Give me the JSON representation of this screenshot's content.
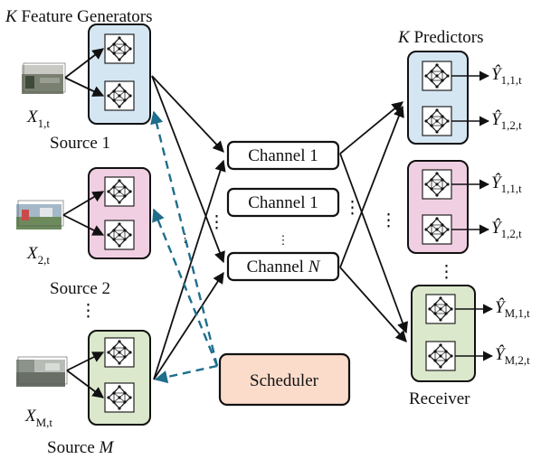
{
  "header": {
    "generators_k": "K",
    "generators_title": " Feature Generators",
    "predictors_k": "K",
    "predictors_title": " Predictors"
  },
  "sources": [
    {
      "x_sub": "1,t",
      "name": "Source 1"
    },
    {
      "x_sub": "2,t",
      "name": "Source 2"
    },
    {
      "x_sub": "M,t",
      "name_prefix": "Source ",
      "name_var": "M"
    }
  ],
  "channels": [
    {
      "label": "Channel 1"
    },
    {
      "label": "Channel 1"
    },
    {
      "label_prefix": "Channel ",
      "label_var": "N"
    }
  ],
  "scheduler": {
    "label": "Scheduler"
  },
  "receiver": {
    "label": "Receiver"
  },
  "outputs": [
    [
      "1,1,t",
      "1,2,t"
    ],
    [
      "1,1,t",
      "1,2,t"
    ],
    [
      "M,1,t",
      "M,2,t"
    ]
  ],
  "ellipsis": {
    "vertical": "⋮"
  },
  "colors": {
    "source_1": "#d5e6f3",
    "source_2": "#f1cfe2",
    "source_m": "#dbe8cc",
    "scheduler": "#fbdccb",
    "dashed_link": "#1e6e8c"
  }
}
